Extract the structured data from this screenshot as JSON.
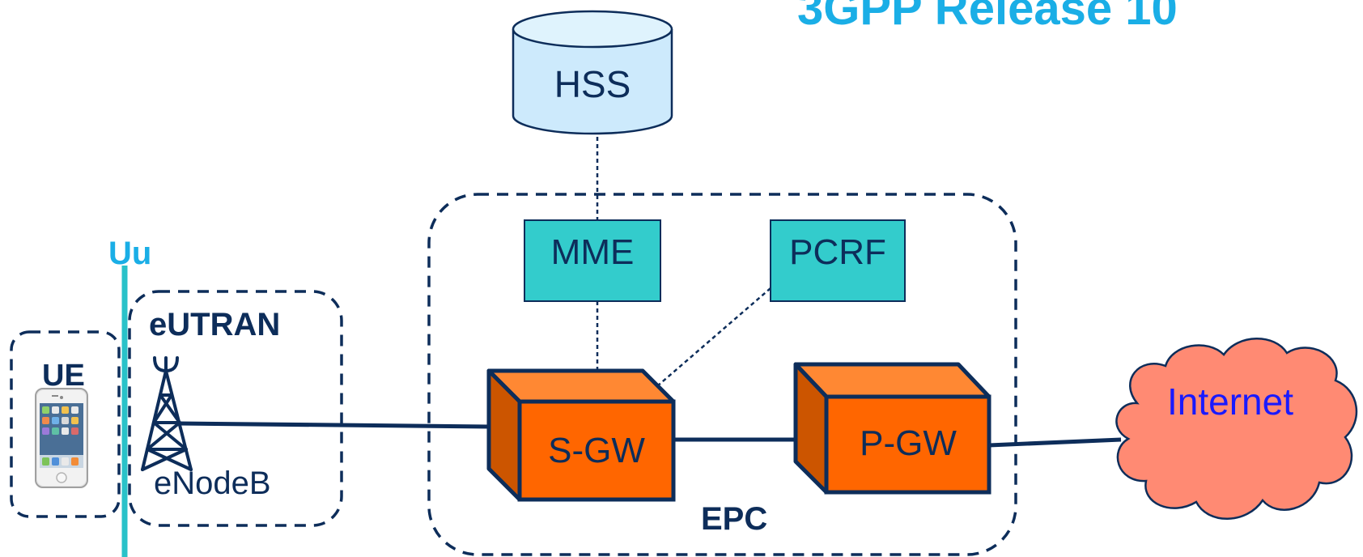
{
  "title": "3GPP Release 10",
  "interface_label": "Uu",
  "groups": {
    "ue": "UE",
    "eutran": "eUTRAN",
    "epc": "EPC"
  },
  "nodes": {
    "hss": "HSS",
    "mme": "MME",
    "pcrf": "PCRF",
    "sgw": "S-GW",
    "pgw": "P-GW",
    "enodeb": "eNodeB",
    "internet": "Internet"
  },
  "colors": {
    "navy": "#0d2d5a",
    "title_blue": "#1aaee6",
    "uu_cyan": "#29c2c9",
    "hss_fill": "#cdeafc",
    "teal_box": "#33cccc",
    "gw_front": "#ff6600",
    "gw_top": "#ff8833",
    "gw_side": "#cc5500",
    "cloud_fill": "#ff8a73",
    "internet_text": "#1a1aff"
  }
}
